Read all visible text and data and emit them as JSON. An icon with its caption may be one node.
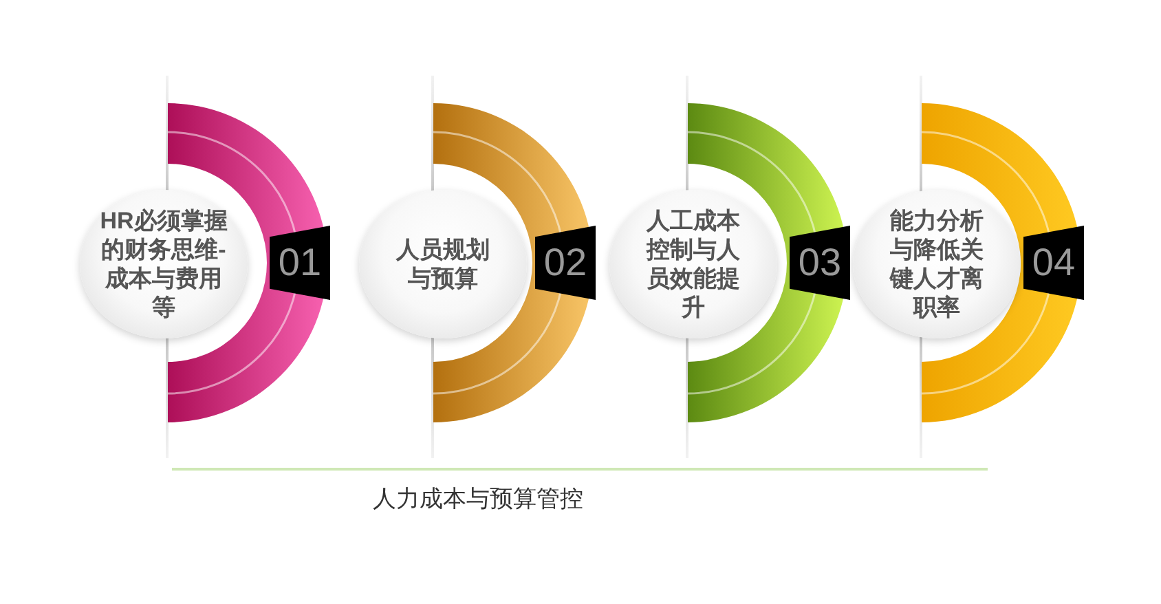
{
  "diagram": {
    "caption": "人力成本与预算管控",
    "nodes": [
      {
        "text": [
          "HR必须掌握的财务思维-成本与费用等"
        ],
        "beside": [
          "01"
        ]
      },
      {
        "text": [
          "人员规划与预算"
        ],
        "beside": [
          "02"
        ]
      },
      {
        "text": [
          "人工成本控制与人员效能提升"
        ],
        "beside": [
          "03"
        ]
      },
      {
        "text": [
          "能力分析与降低关键人才离职率"
        ],
        "beside": [
          "04"
        ]
      }
    ]
  }
}
